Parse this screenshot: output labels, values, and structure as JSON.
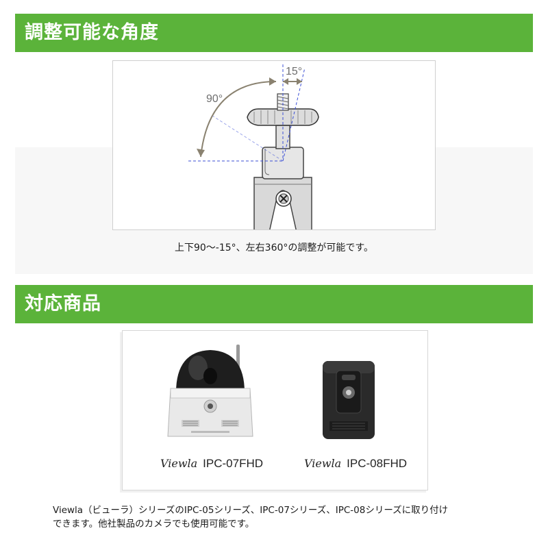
{
  "section1": {
    "heading": "調整可能な角度",
    "diagram": {
      "label_90": "90°",
      "label_15": "15°"
    },
    "caption": "上下90～-15°、左右360°の調整が可能です。"
  },
  "section2": {
    "heading": "対応商品",
    "products": [
      {
        "brand": "Viewla",
        "model": "IPC-07FHD",
        "color": "#e9e9e9",
        "icon": "camera-ipc-07fhd-image"
      },
      {
        "brand": "Viewla",
        "model": "IPC-08FHD",
        "color": "#2a2a2a",
        "icon": "camera-ipc-08fhd-image"
      }
    ],
    "note_line1": "Viewla（ビューラ）シリーズのIPC-05シリーズ、IPC-07シリーズ、IPC-08シリーズに取り付け",
    "note_line2": "できます。他社製品のカメラでも使用可能です。"
  },
  "colors": {
    "accent": "#5bb33a",
    "guide_line": "#3b4fd6",
    "arrow": "#8a8270"
  }
}
